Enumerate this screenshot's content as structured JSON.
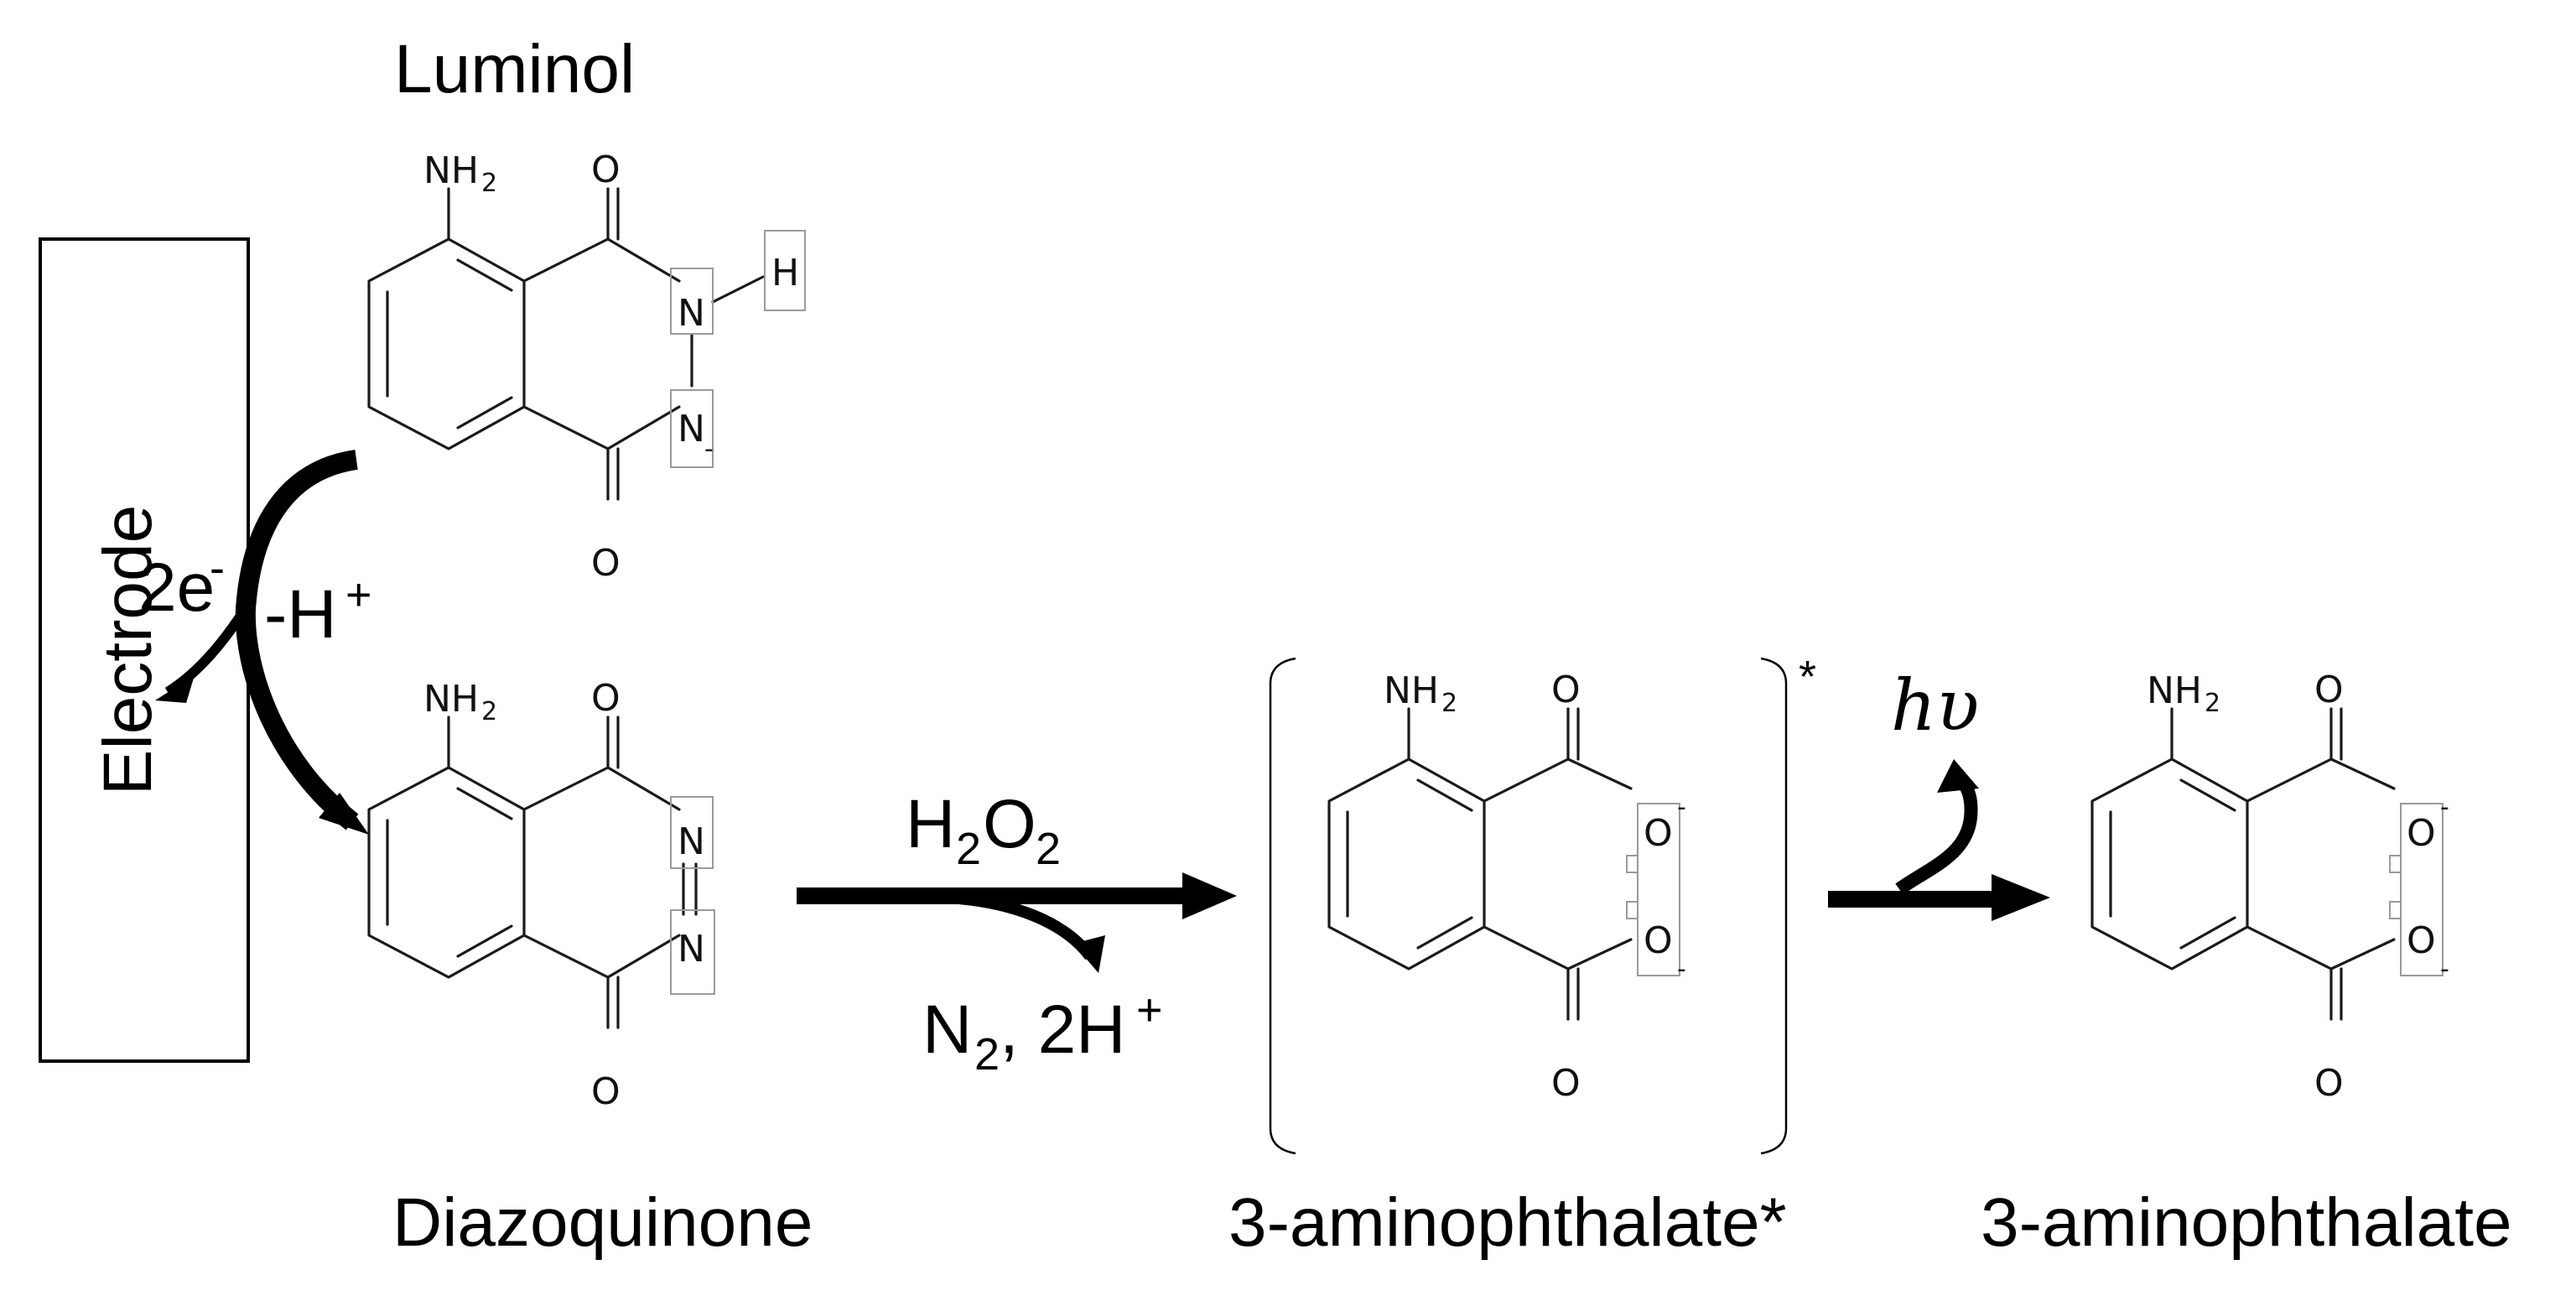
{
  "compounds": {
    "luminol": "Luminol",
    "diazoquinone": "Diazoquinone",
    "excited": "3-aminophthalate*",
    "product": "3-aminophthalate"
  },
  "electrode": "Electrode",
  "step1": {
    "electrons": "2e",
    "electrons_sup": "-",
    "proton": "-H",
    "proton_sup": "+"
  },
  "step2": {
    "reagent_H": "H",
    "reagent_2": "2",
    "reagent_O": "O",
    "reagent_2b": "2",
    "byproduct_N": "N",
    "byproduct_2": "2",
    "byproduct_rest": ", 2H",
    "byproduct_sup": "+"
  },
  "step3": {
    "light": "hυ"
  },
  "excited_mark": "*",
  "atoms": {
    "N": "N",
    "H": "H",
    "O": "O",
    "NH": "NH",
    "sub2": "2",
    "minus": "-"
  }
}
